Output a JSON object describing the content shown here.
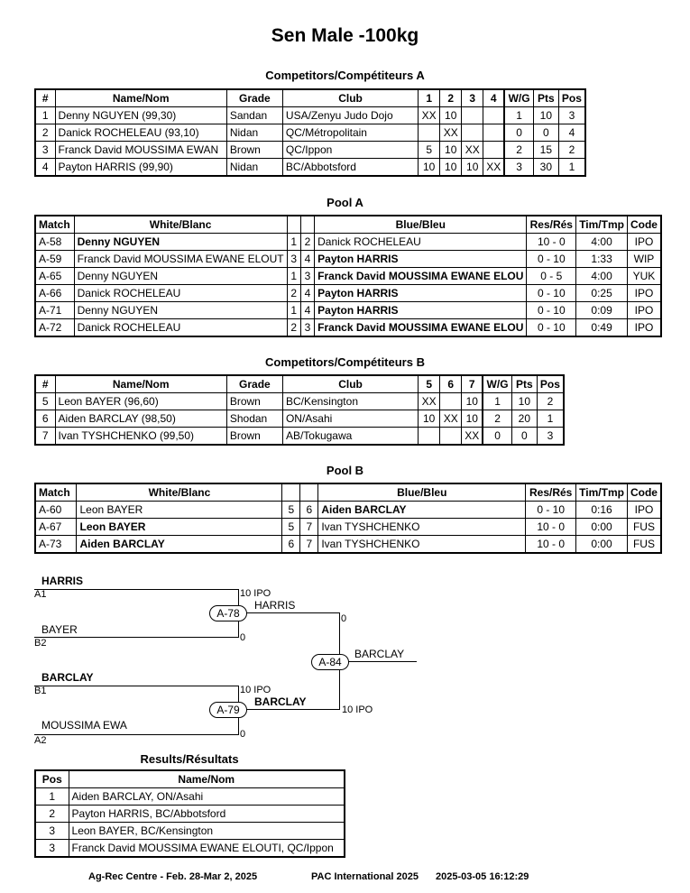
{
  "title": "Sen Male -100kg",
  "competitors_a": {
    "heading": "Competitors/Compétiteurs A",
    "headers": {
      "num": "#",
      "name": "Name/Nom",
      "grade": "Grade",
      "club": "Club",
      "c1": "1",
      "c2": "2",
      "c3": "3",
      "c4": "4",
      "wg": "W/G",
      "pts": "Pts",
      "pos": "Pos"
    },
    "rows": [
      {
        "num": "1",
        "name": "Denny NGUYEN (99,30)",
        "grade": "Sandan",
        "club": "USA/Zenyu Judo Dojo",
        "c1": "XX",
        "c2": "10",
        "c3": "",
        "c4": "",
        "wg": "1",
        "pts": "10",
        "pos": "3"
      },
      {
        "num": "2",
        "name": "Danick ROCHELEAU (93,10)",
        "grade": "Nidan",
        "club": "QC/Métropolitain",
        "c1": "",
        "c2": "XX",
        "c3": "",
        "c4": "",
        "wg": "0",
        "pts": "0",
        "pos": "4"
      },
      {
        "num": "3",
        "name": "Franck David MOUSSIMA EWAN",
        "grade": "Brown",
        "club": "QC/Ippon",
        "c1": "5",
        "c2": "10",
        "c3": "XX",
        "c4": "",
        "wg": "2",
        "pts": "15",
        "pos": "2"
      },
      {
        "num": "4",
        "name": "Payton HARRIS (99,90)",
        "grade": "Nidan",
        "club": "BC/Abbotsford",
        "c1": "10",
        "c2": "10",
        "c3": "10",
        "c4": "XX",
        "wg": "3",
        "pts": "30",
        "pos": "1"
      }
    ]
  },
  "pool_a": {
    "heading": "Pool A",
    "headers": {
      "match": "Match",
      "white": "White/Blanc",
      "blue": "Blue/Bleu",
      "res": "Res/Rés",
      "tim": "Tim/Tmp",
      "code": "Code"
    },
    "rows": [
      {
        "match": "A-58",
        "white": "Denny NGUYEN",
        "wb": true,
        "wn": "1",
        "bn": "2",
        "blue": "Danick ROCHELEAU",
        "bb": false,
        "res": "10 - 0",
        "tim": "4:00",
        "code": "IPO"
      },
      {
        "match": "A-59",
        "white": "Franck David MOUSSIMA EWANE ELOUT",
        "wb": false,
        "wn": "3",
        "bn": "4",
        "blue": "Payton HARRIS",
        "bb": true,
        "res": "0 - 10",
        "tim": "1:33",
        "code": "WIP"
      },
      {
        "match": "A-65",
        "white": "Denny NGUYEN",
        "wb": false,
        "wn": "1",
        "bn": "3",
        "blue": "Franck David MOUSSIMA EWANE ELOU",
        "bb": true,
        "res": "0 - 5",
        "tim": "4:00",
        "code": "YUK"
      },
      {
        "match": "A-66",
        "white": "Danick ROCHELEAU",
        "wb": false,
        "wn": "2",
        "bn": "4",
        "blue": "Payton HARRIS",
        "bb": true,
        "res": "0 - 10",
        "tim": "0:25",
        "code": "IPO"
      },
      {
        "match": "A-71",
        "white": "Denny NGUYEN",
        "wb": false,
        "wn": "1",
        "bn": "4",
        "blue": "Payton HARRIS",
        "bb": true,
        "res": "0 - 10",
        "tim": "0:09",
        "code": "IPO"
      },
      {
        "match": "A-72",
        "white": "Danick ROCHELEAU",
        "wb": false,
        "wn": "2",
        "bn": "3",
        "blue": "Franck David MOUSSIMA EWANE ELOU",
        "bb": true,
        "res": "0 - 10",
        "tim": "0:49",
        "code": "IPO"
      }
    ]
  },
  "competitors_b": {
    "heading": "Competitors/Compétiteurs B",
    "headers": {
      "num": "#",
      "name": "Name/Nom",
      "grade": "Grade",
      "club": "Club",
      "c5": "5",
      "c6": "6",
      "c7": "7",
      "wg": "W/G",
      "pts": "Pts",
      "pos": "Pos"
    },
    "rows": [
      {
        "num": "5",
        "name": "Leon BAYER (96,60)",
        "grade": "Brown",
        "club": "BC/Kensington",
        "c5": "XX",
        "c6": "",
        "c7": "10",
        "wg": "1",
        "pts": "10",
        "pos": "2"
      },
      {
        "num": "6",
        "name": "Aiden BARCLAY (98,50)",
        "grade": "Shodan",
        "club": "ON/Asahi",
        "c5": "10",
        "c6": "XX",
        "c7": "10",
        "wg": "2",
        "pts": "20",
        "pos": "1"
      },
      {
        "num": "7",
        "name": "Ivan TYSHCHENKO (99,50)",
        "grade": "Brown",
        "club": "AB/Tokugawa",
        "c5": "",
        "c6": "",
        "c7": "XX",
        "wg": "0",
        "pts": "0",
        "pos": "3"
      }
    ]
  },
  "pool_b": {
    "heading": "Pool B",
    "headers": {
      "match": "Match",
      "white": "White/Blanc",
      "blue": "Blue/Bleu",
      "res": "Res/Rés",
      "tim": "Tim/Tmp",
      "code": "Code"
    },
    "rows": [
      {
        "match": "A-60",
        "white": "Leon BAYER",
        "wb": false,
        "wn": "5",
        "bn": "6",
        "blue": "Aiden BARCLAY",
        "bb": true,
        "res": "0 - 10",
        "tim": "0:16",
        "code": "IPO"
      },
      {
        "match": "A-67",
        "white": "Leon BAYER",
        "wb": true,
        "wn": "5",
        "bn": "7",
        "blue": "Ivan TYSHCHENKO",
        "bb": false,
        "res": "10 - 0",
        "tim": "0:00",
        "code": "FUS"
      },
      {
        "match": "A-73",
        "white": "Aiden BARCLAY",
        "wb": true,
        "wn": "6",
        "bn": "7",
        "blue": "Ivan TYSHCHENKO",
        "bb": false,
        "res": "10 - 0",
        "tim": "0:00",
        "code": "FUS"
      }
    ]
  },
  "bracket": {
    "sf1_top_name": "HARRIS",
    "sf1_top_seed": "A1",
    "sf1_top_score": "10 IPO",
    "sf1_bot_name": "BAYER",
    "sf1_bot_seed": "B2",
    "sf1_bot_score": "0",
    "sf1_match": "A-78",
    "sf1_winner": "HARRIS",
    "sf1_final_score": "0",
    "sf2_top_name": "BARCLAY",
    "sf2_top_seed": "B1",
    "sf2_top_score": "10 IPO",
    "sf2_bot_name": "MOUSSIMA EWA",
    "sf2_bot_seed": "A2",
    "sf2_bot_score": "0",
    "sf2_match": "A-79",
    "sf2_winner": "BARCLAY",
    "sf2_final_score": "10 IPO",
    "final_match": "A-84",
    "champion": "BARCLAY"
  },
  "results": {
    "heading": "Results/Résultats",
    "headers": {
      "pos": "Pos",
      "name": "Name/Nom"
    },
    "rows": [
      {
        "pos": "1",
        "name": "Aiden BARCLAY, ON/Asahi"
      },
      {
        "pos": "2",
        "name": "Payton HARRIS, BC/Abbotsford"
      },
      {
        "pos": "3",
        "name": "Leon BAYER, BC/Kensington"
      },
      {
        "pos": "3",
        "name": "Franck David MOUSSIMA EWANE ELOUTI, QC/Ippon"
      }
    ]
  },
  "footer": {
    "venue": "Ag-Rec Centre - Feb. 28-Mar 2, 2025",
    "event": "PAC International 2025",
    "timestamp": "2025-03-05 16:12:29"
  }
}
